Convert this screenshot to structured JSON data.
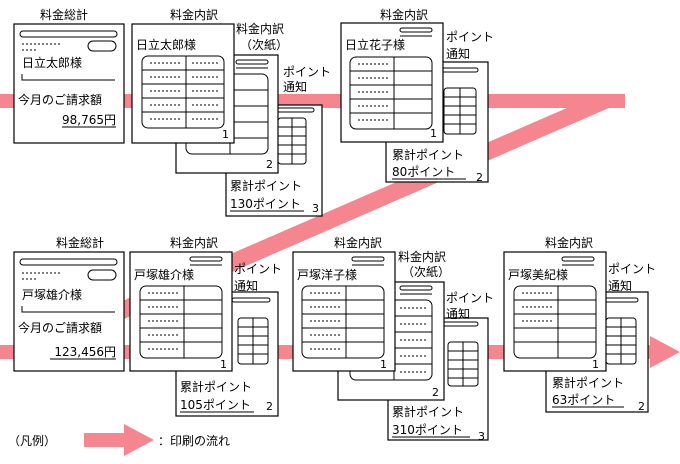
{
  "colors": {
    "flow": "#f5868f",
    "line": "#000000",
    "paper": "#ffffff"
  },
  "labels": {
    "summary": "料金総計",
    "detail": "料金内訳",
    "detail_cont_line1": "料金内訳",
    "detail_cont_line2": "（次紙）",
    "point_notice_line1": "ポイント",
    "point_notice_line2": "通知",
    "billing": "今月のご請求額",
    "cumulative_points": "累計ポイント"
  },
  "groups": [
    {
      "summary_name": "日立太郎様",
      "summary_amount": "98,765円",
      "members": [
        {
          "name": "日立太郎様",
          "points": "130ポイント",
          "pages": [
            "1",
            "2",
            "3"
          ]
        },
        {
          "name": "日立花子様",
          "points": "80ポイント",
          "pages": [
            "1",
            "2"
          ]
        }
      ]
    },
    {
      "summary_name": "戸塚雄介様",
      "summary_amount": "123,456円",
      "members": [
        {
          "name": "戸塚雄介様",
          "points": "105ポイント",
          "pages": [
            "1",
            "2"
          ]
        },
        {
          "name": "戸塚洋子様",
          "points": "310ポイント",
          "pages": [
            "1",
            "2",
            "3"
          ]
        },
        {
          "name": "戸塚美紀様",
          "points": "63ポイント",
          "pages": [
            "1",
            "2"
          ]
        }
      ]
    }
  ],
  "legend": {
    "open": "（凡例）",
    "text": "：印刷の流れ"
  }
}
